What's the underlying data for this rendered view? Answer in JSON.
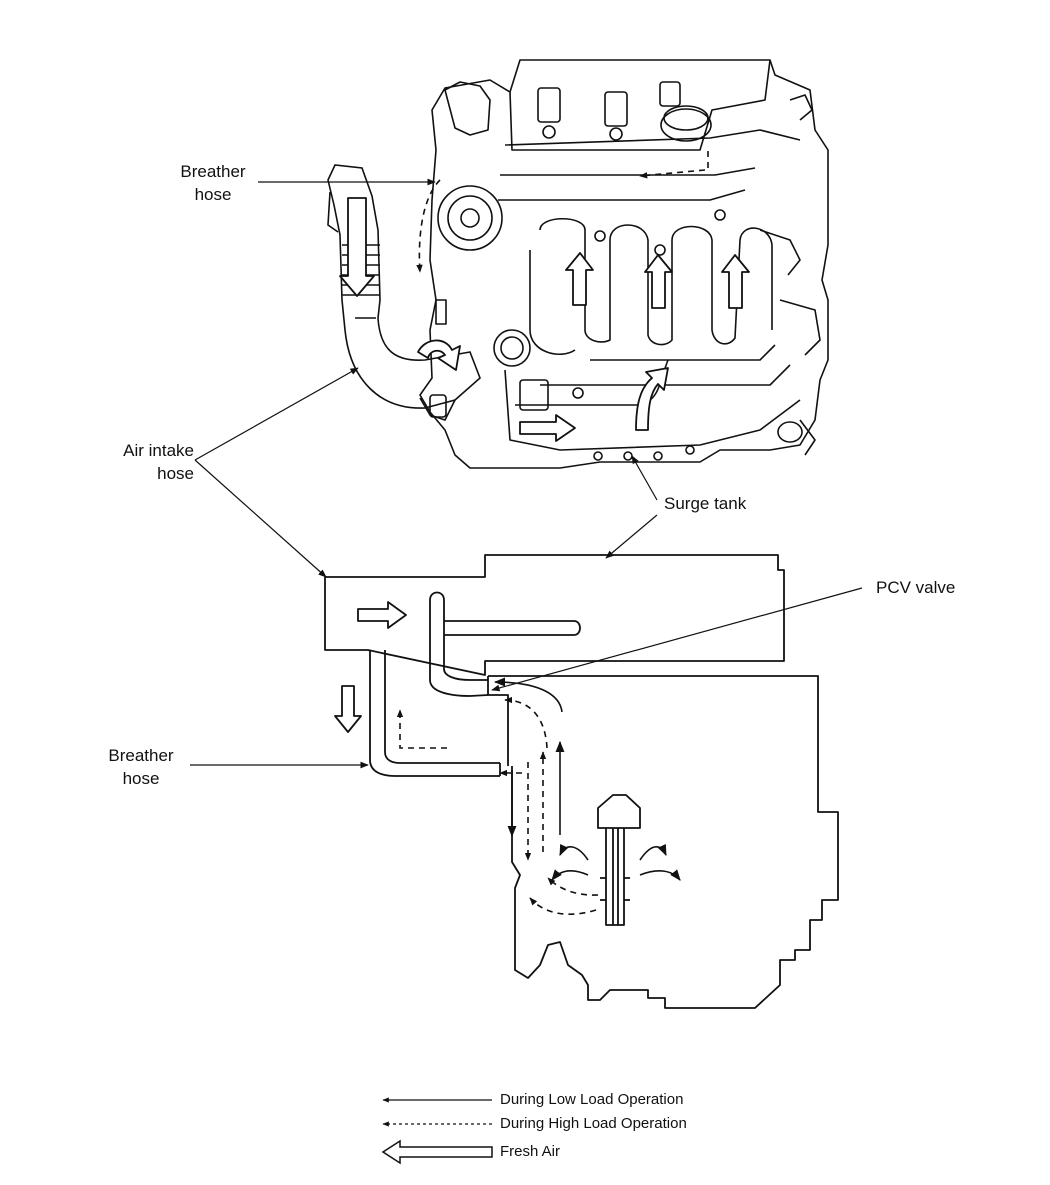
{
  "labels": {
    "breather_hose_top": [
      "Breather",
      "hose"
    ],
    "air_intake_hose": [
      "Air intake",
      "hose"
    ],
    "surge_tank": "Surge tank",
    "pcv_valve": "PCV valve",
    "breather_hose_bottom": [
      "Breather",
      "hose"
    ]
  },
  "legend": [
    {
      "key": "low",
      "text": "During Low Load Operation",
      "style": "solid"
    },
    {
      "key": "high",
      "text": "During High Load Operation",
      "style": "dashed"
    },
    {
      "key": "fresh",
      "text": "Fresh Air",
      "style": "hollow-arrow"
    }
  ],
  "colors": {
    "ink": "#111111",
    "paper": "#ffffff"
  }
}
